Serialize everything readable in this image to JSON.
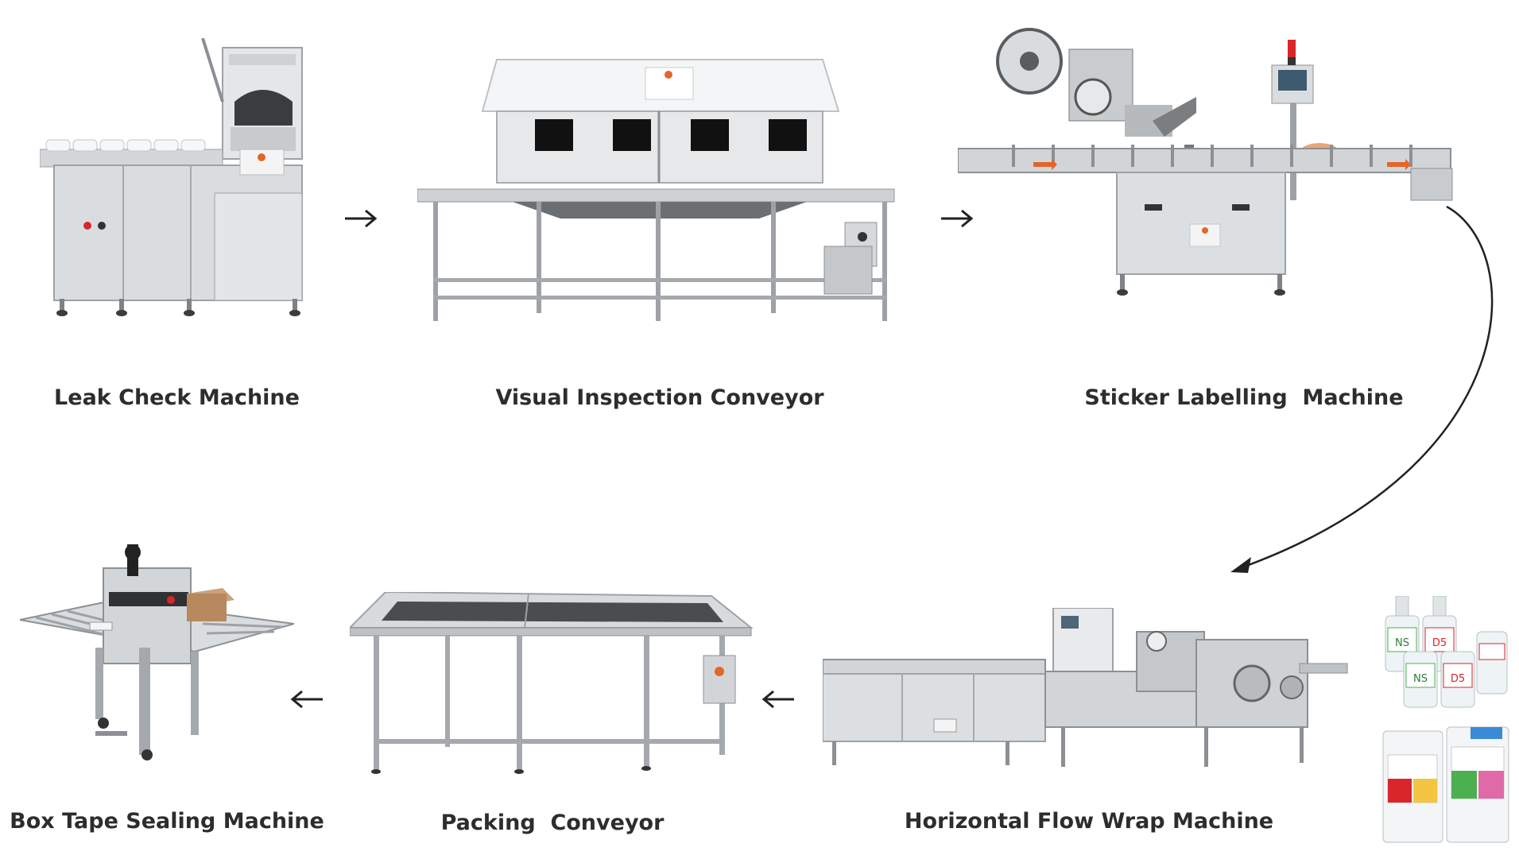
{
  "stations": {
    "leak_check": {
      "label": "Leak Check Machine"
    },
    "visual_inspection": {
      "label": "Visual Inspection Conveyor"
    },
    "sticker_labelling": {
      "label": "Sticker Labelling  Machine"
    },
    "horizontal_flow_wrap": {
      "label": "Horizontal Flow Wrap Machine"
    },
    "packing_conveyor": {
      "label": "Packing  Conveyor"
    },
    "box_tape_sealing": {
      "label": "Box Tape Sealing Machine"
    }
  },
  "products": {
    "bottle_labels": [
      "NS",
      "D5",
      "NS",
      "D5"
    ]
  },
  "colors": {
    "steel": "#d9dcdf",
    "steel_dark": "#a9adb1",
    "steel_shadow": "#8c9094",
    "label_text": "#2d2d2d",
    "arrow": "#222222",
    "accent_orange": "#e2662a",
    "accent_red": "#d8262b"
  }
}
